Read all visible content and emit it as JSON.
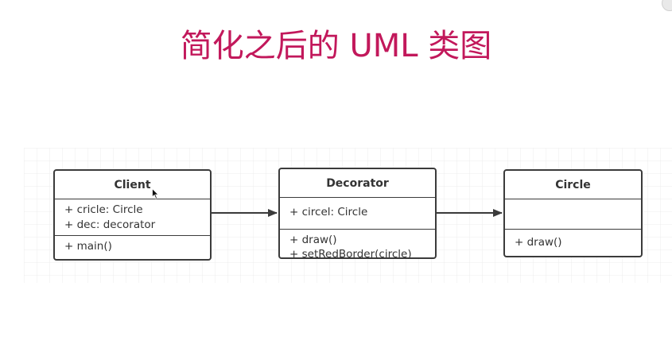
{
  "title": "简化之后的 UML 类图",
  "classes": {
    "client": {
      "name": "Client",
      "attributes": [
        "+ cricle: Circle",
        "+ dec: decorator"
      ],
      "methods": [
        "+ main()"
      ]
    },
    "decorator": {
      "name": "Decorator",
      "attributes": [
        "+ circel: Circle"
      ],
      "methods": [
        "+ draw()",
        "+ setRedBorder(circle)"
      ]
    },
    "circle": {
      "name": "Circle",
      "attributes": [],
      "methods": [
        "+ draw()"
      ]
    }
  },
  "relations": [
    {
      "from": "Client",
      "to": "Decorator",
      "type": "association"
    },
    {
      "from": "Decorator",
      "to": "Circle",
      "type": "association"
    }
  ],
  "colors": {
    "title": "#c2185b",
    "box_border": "#3b3b3b",
    "grid": "#ececec",
    "text": "#333333"
  },
  "icons": {
    "cursor": "mouse-pointer-icon"
  }
}
